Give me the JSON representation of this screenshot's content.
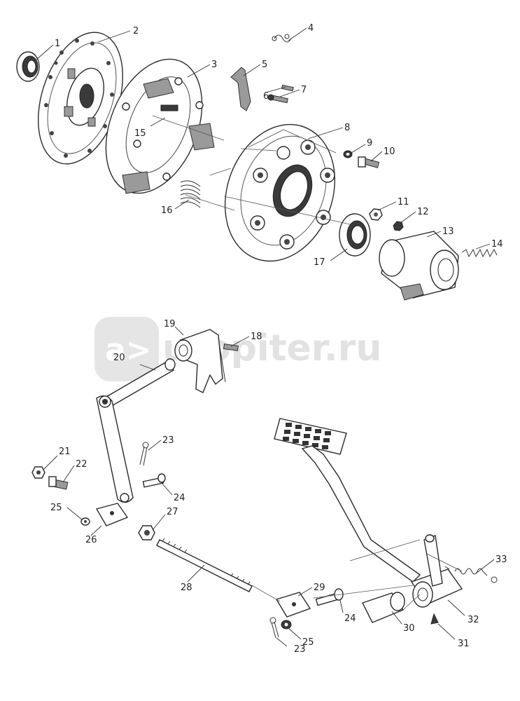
{
  "diagram": {
    "watermark": "a>utopiter.ru",
    "watermark_logo": "a>",
    "watermark_rest": "utopiter.ru",
    "callouts": [
      "1",
      "2",
      "3",
      "4",
      "5",
      "6",
      "7",
      "8",
      "9",
      "10",
      "11",
      "12",
      "13",
      "14",
      "15",
      "16",
      "17",
      "18",
      "19",
      "20",
      "21",
      "22",
      "23",
      "24",
      "25",
      "26",
      "27",
      "28",
      "29",
      "24",
      "30",
      "23",
      "25",
      "32",
      "31",
      "33"
    ]
  }
}
